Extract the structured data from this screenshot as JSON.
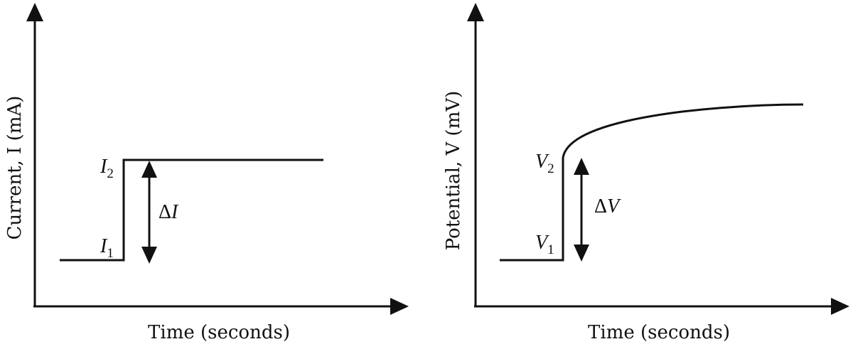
{
  "left_panel": {
    "ylabel": "Current, I (mA)",
    "xlabel": "Time (seconds)",
    "level_high": {
      "symbol": "I",
      "subscript": "2"
    },
    "level_low": {
      "symbol": "I",
      "subscript": "1"
    },
    "delta": {
      "prefix": "Δ",
      "symbol": "I"
    }
  },
  "right_panel": {
    "ylabel": "Potential, V (mV)",
    "xlabel": "Time (seconds)",
    "level_high": {
      "symbol": "V",
      "subscript": "2"
    },
    "level_low": {
      "symbol": "V",
      "subscript": "1"
    },
    "delta": {
      "prefix": "Δ",
      "symbol": "V"
    }
  }
}
